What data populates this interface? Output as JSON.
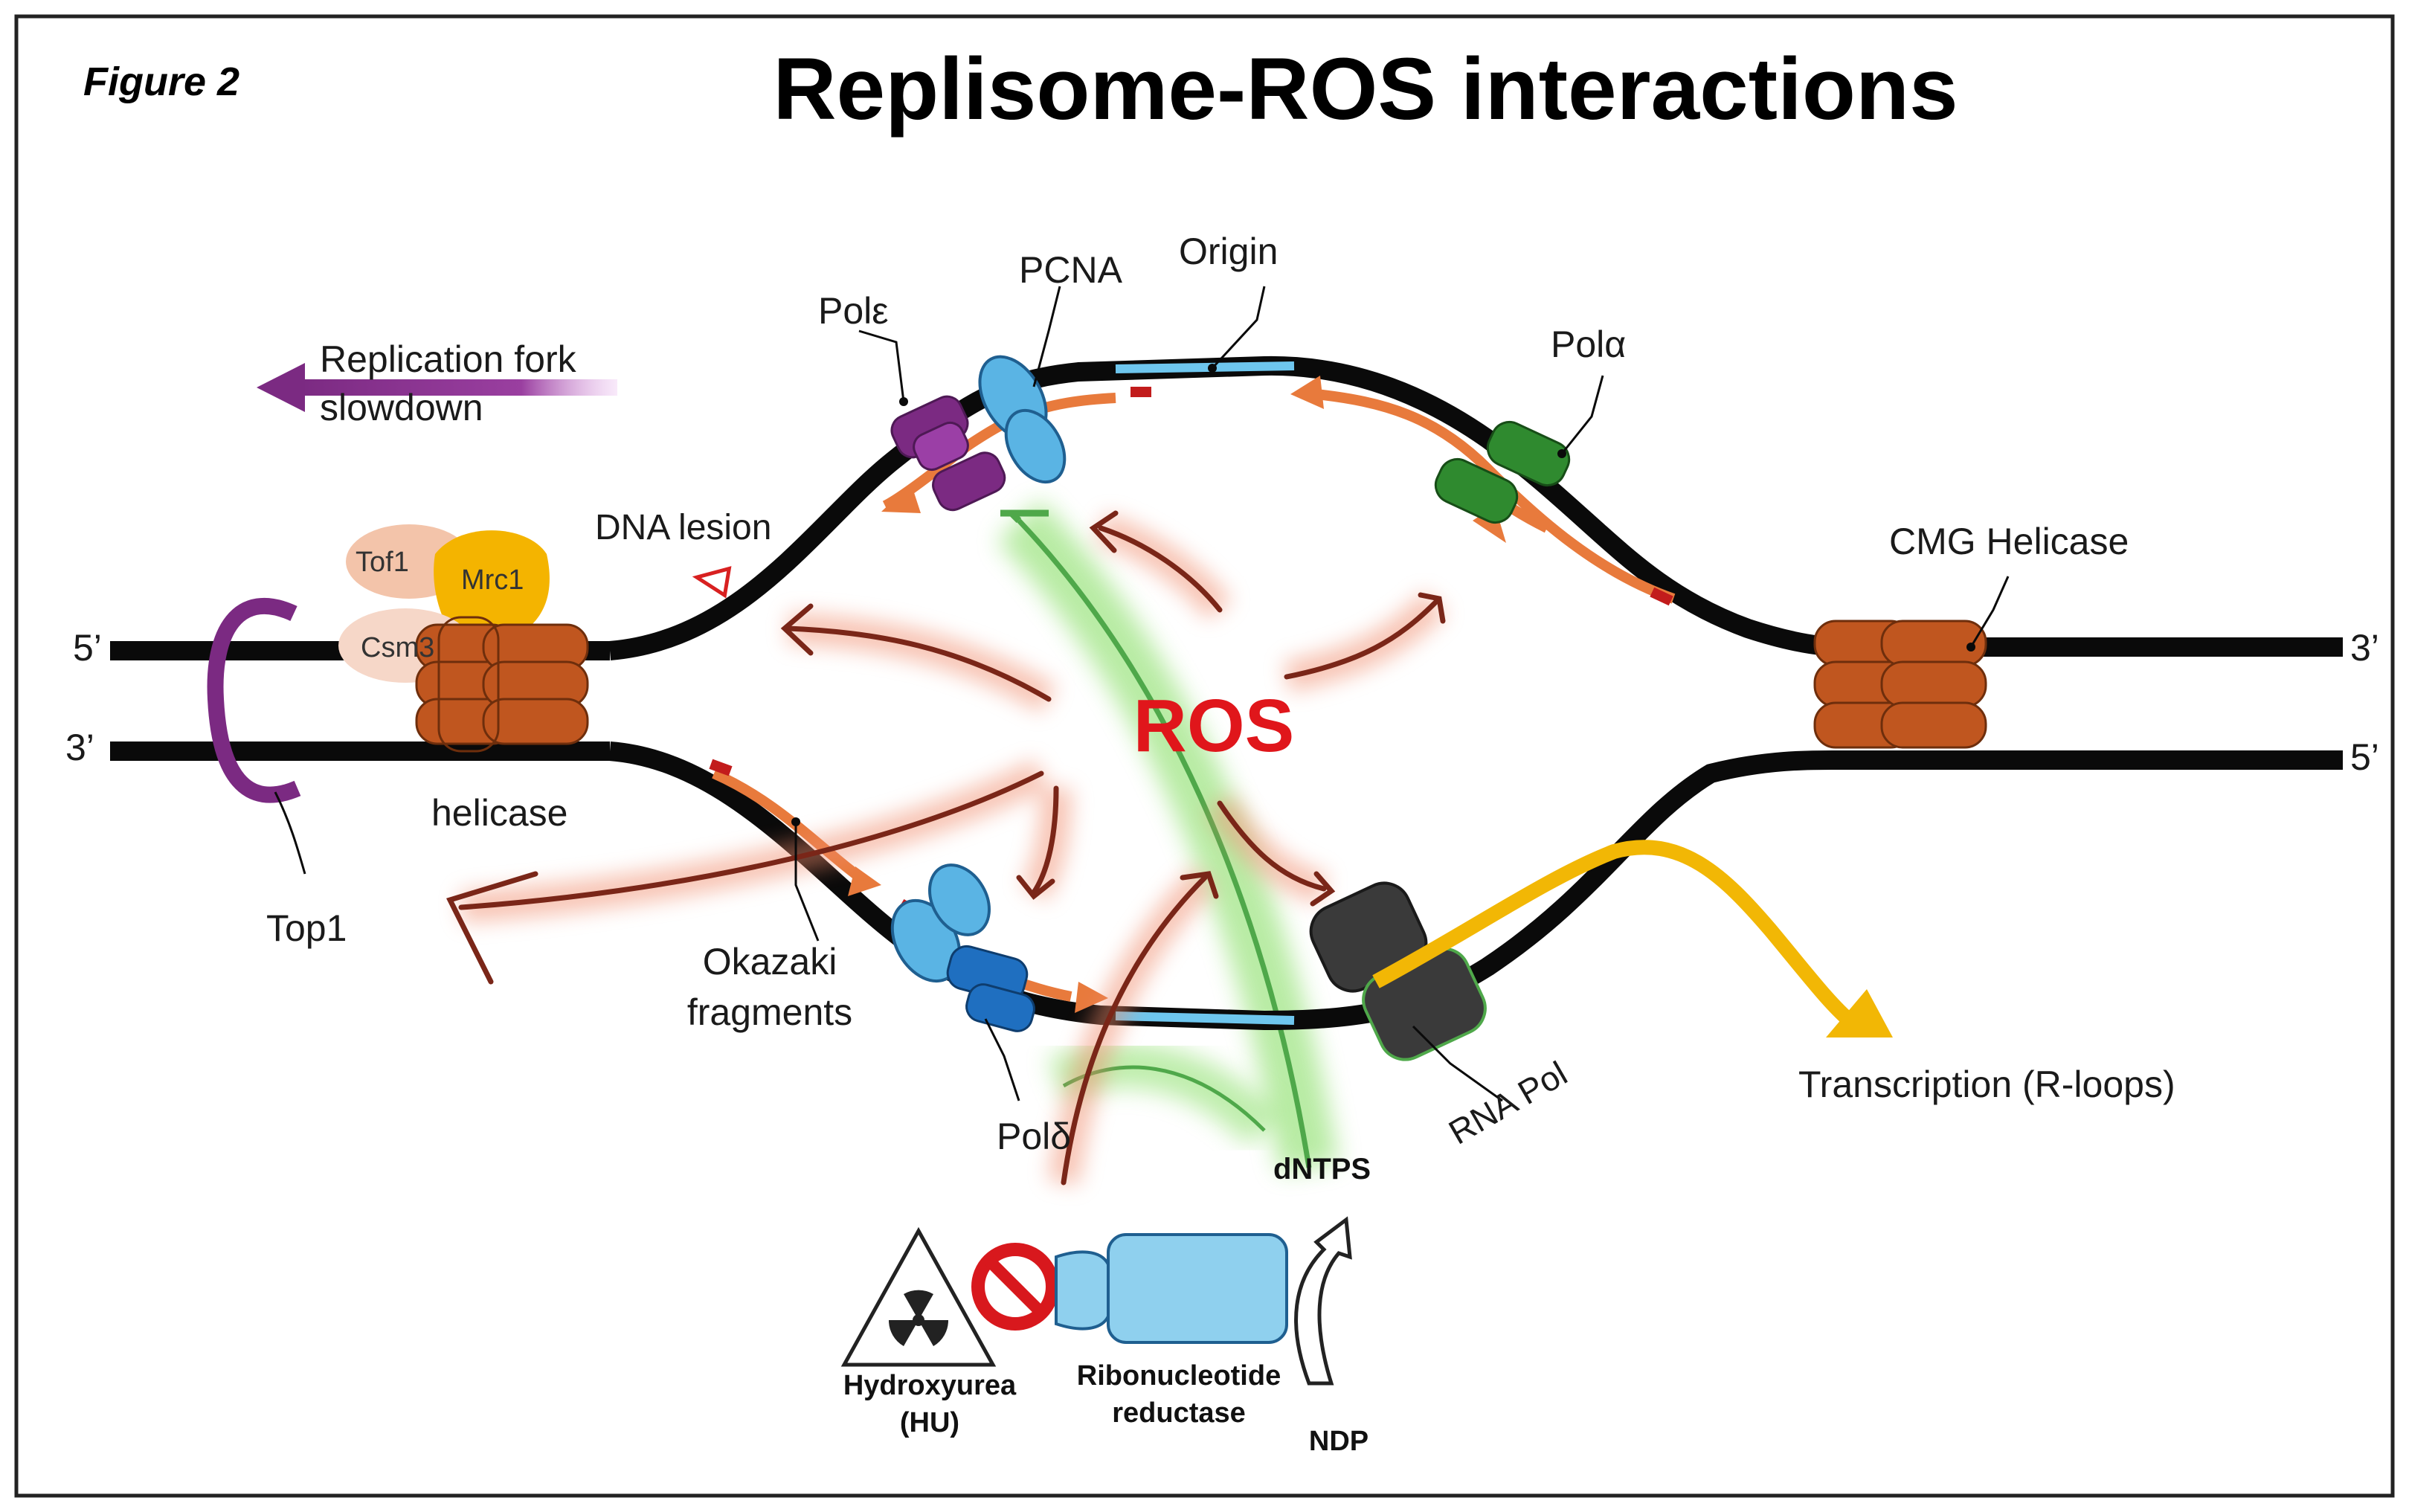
{
  "figure_label": "Figure 2",
  "title": "Replisome-ROS interactions",
  "strand_ends": {
    "left_top": "5’",
    "left_bottom": "3’",
    "right_top": "3’",
    "right_bottom": "5’"
  },
  "labels": {
    "replication_fork_line1": "Replication fork",
    "replication_fork_line2": "slowdown",
    "dna_lesion": "DNA lesion",
    "tof1": "Tof1",
    "mrc1": "Mrc1",
    "csm3": "Csm3",
    "helicase": "helicase",
    "top1": "Top1",
    "pol_epsilon": "Polε",
    "pcna": "PCNA",
    "origin": "Origin",
    "pol_alpha": "Polα",
    "cmg_helicase": "CMG Helicase",
    "ros": "ROS",
    "okazaki_line1": "Okazaki",
    "okazaki_line2": "fragments",
    "pol_delta": "Polδ",
    "dntps": "dNTPS",
    "rna_pol": "RNA Pol",
    "transcription": "Transcription (R-loops)",
    "hu_line1": "Hydroxyurea",
    "hu_line2": "(HU)",
    "rnr_line1": "Ribonucleotide",
    "rnr_line2": "reductase",
    "ndp": "NDP"
  },
  "colors": {
    "dna": "#0a0a0a",
    "helicase": "#c0561f",
    "purple": "#7b2a82",
    "pcna_blue": "#5ab4e4",
    "pol_delta_blue": "#1f6fc0",
    "pol_alpha_green": "#2f8a2f",
    "orange_strand": "#e87a3c",
    "ros_red": "#e0161b",
    "ros_arrow": "#7a2618",
    "green_glow": "#7fdc5a",
    "transcription_yellow": "#f2b705",
    "rna_pol_dark": "#3a3a3a",
    "tof1": "#f3c4aa",
    "mrc1": "#f4b400",
    "csm3": "#f6d7c8"
  }
}
